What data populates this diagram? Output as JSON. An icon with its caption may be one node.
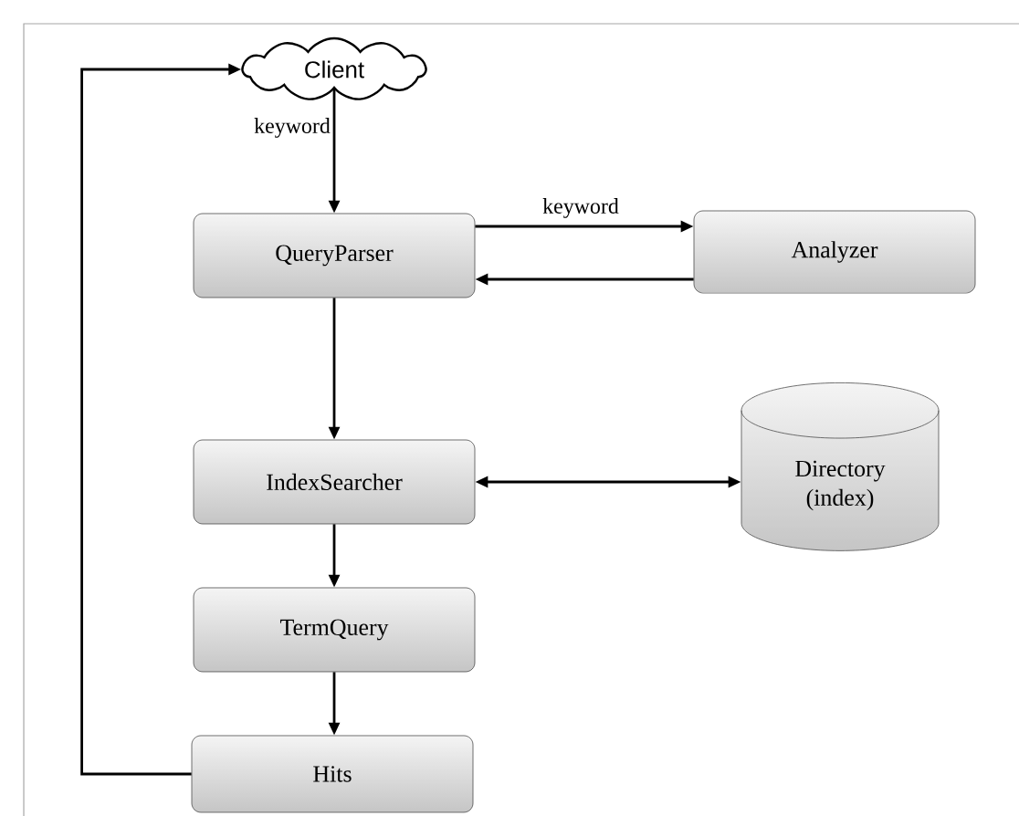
{
  "diagram": {
    "nodes": [
      {
        "text": [
          "Client"
        ]
      },
      {
        "text": [
          "QueryParser"
        ]
      },
      {
        "text": [
          "Analyzer"
        ]
      },
      {
        "text": [
          "IndexSearcher"
        ]
      },
      {
        "text": [
          "Directory (index)"
        ]
      },
      {
        "text": [
          "TermQuery"
        ]
      },
      {
        "text": [
          "Hits"
        ]
      }
    ],
    "edges": [
      {
        "from": 0,
        "to": 1,
        "arrow": "to",
        "label": "keyword"
      },
      {
        "from": 1,
        "to": 2,
        "arrow": "to",
        "label": "keyword"
      },
      {
        "from": 2,
        "to": 1,
        "arrow": "to"
      },
      {
        "from": 1,
        "to": 3,
        "arrow": "to"
      },
      {
        "from": 3,
        "to": 4,
        "arrow": "both"
      },
      {
        "from": 3,
        "to": 5,
        "arrow": "to"
      },
      {
        "from": 5,
        "to": 6,
        "arrow": "to"
      },
      {
        "from": 6,
        "to": 0,
        "arrow": "to"
      }
    ]
  }
}
